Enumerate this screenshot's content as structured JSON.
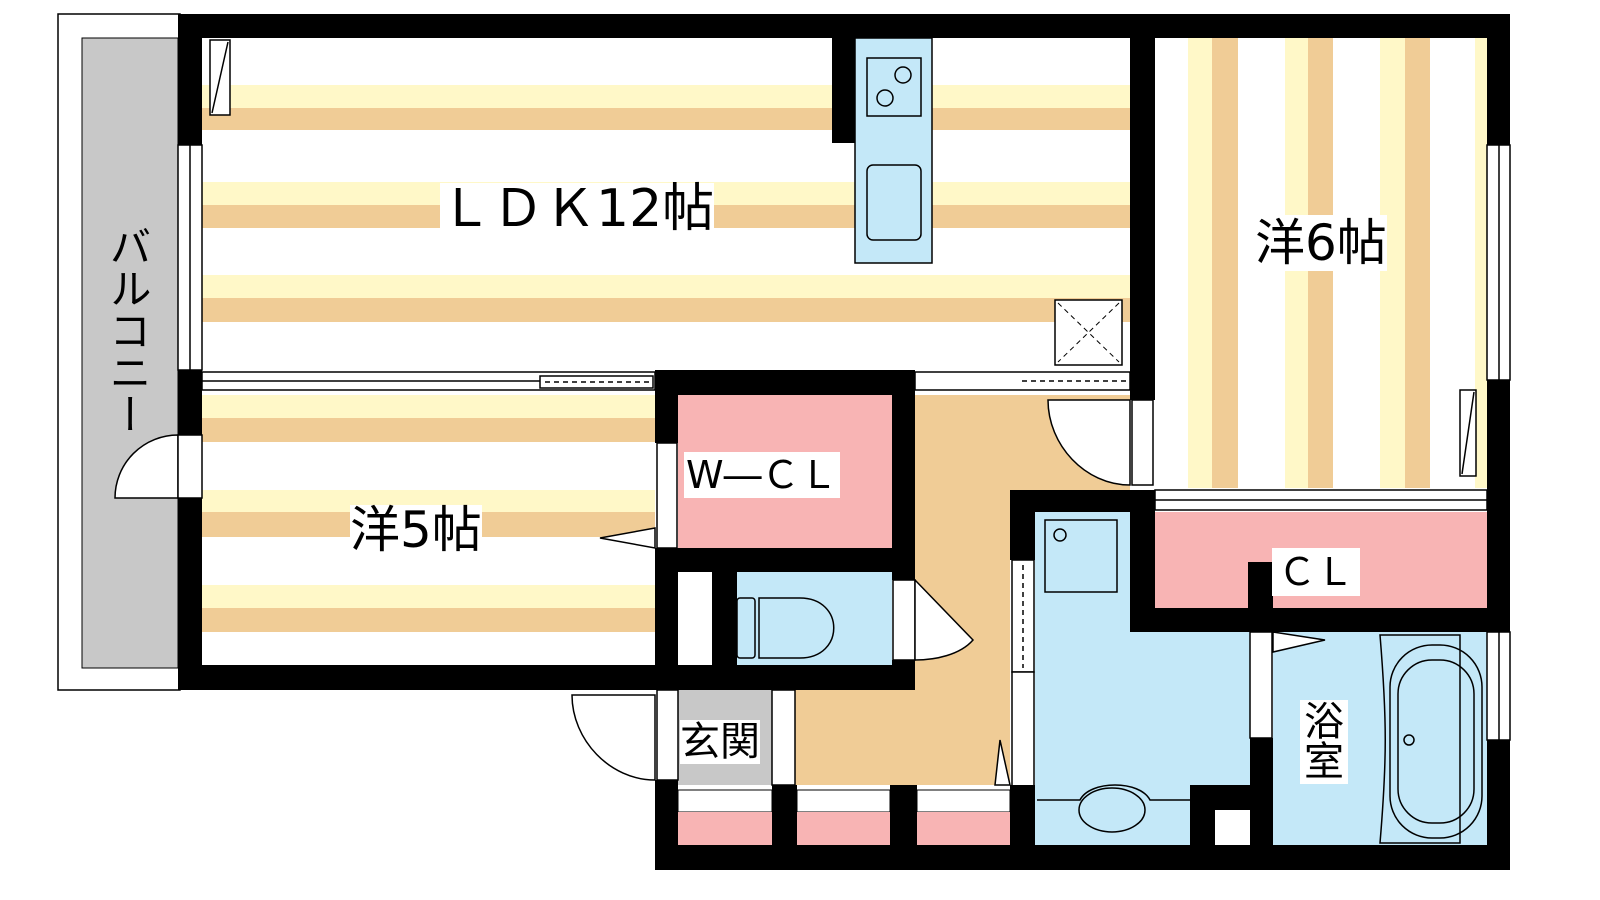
{
  "rooms": {
    "ldk": "ＬＤＫ12帖",
    "western6": "洋6帖",
    "western5": "洋5帖",
    "walk_in_closet": "W―ＣＬ",
    "closet": "ＣＬ",
    "entrance": "玄関",
    "bathroom": "浴室",
    "balcony": "バルコニー"
  },
  "colors": {
    "wall": "#000000",
    "stripe_tan": "#f0cc96",
    "stripe_yellow": "#fff8c8",
    "closet_pink": "#f8b4b4",
    "wet_blue": "#c4e8f8",
    "hall_floor": "#f0cc96",
    "entrance_gray": "#c8c8c8",
    "balcony_gray": "#c8c8c8"
  }
}
